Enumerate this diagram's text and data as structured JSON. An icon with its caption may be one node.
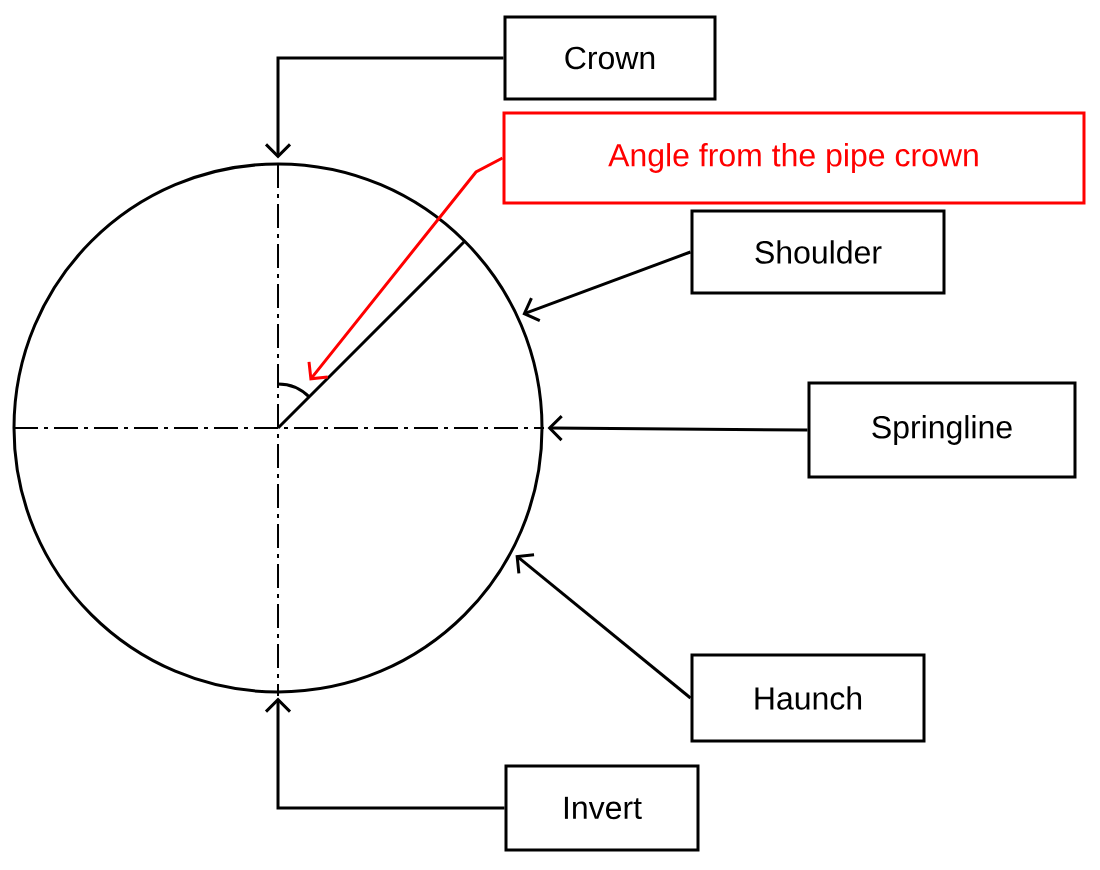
{
  "diagram": {
    "nodes": [
      {
        "text": [],
        "shape": "circle"
      },
      {
        "text": [],
        "shape": "arc",
        "in": 0
      },
      {
        "text": [
          "Crown"
        ]
      },
      {
        "text": [
          "Angle from the pipe crown"
        ]
      },
      {
        "text": [
          "Shoulder"
        ]
      },
      {
        "text": [
          "Springline"
        ]
      },
      {
        "text": [
          "Haunch"
        ]
      },
      {
        "text": [
          "Invert"
        ]
      }
    ],
    "edges": [
      {
        "from": 2,
        "to": 0,
        "arrow": "to"
      },
      {
        "from": 3,
        "to": 1,
        "arrow": "to",
        "color": "#ff0000"
      },
      {
        "from": 4,
        "to": 0,
        "arrow": "to"
      },
      {
        "from": 5,
        "to": 0,
        "arrow": "to"
      },
      {
        "from": 6,
        "to": 0,
        "arrow": "to"
      },
      {
        "from": 7,
        "to": 0,
        "arrow": "to"
      }
    ]
  }
}
